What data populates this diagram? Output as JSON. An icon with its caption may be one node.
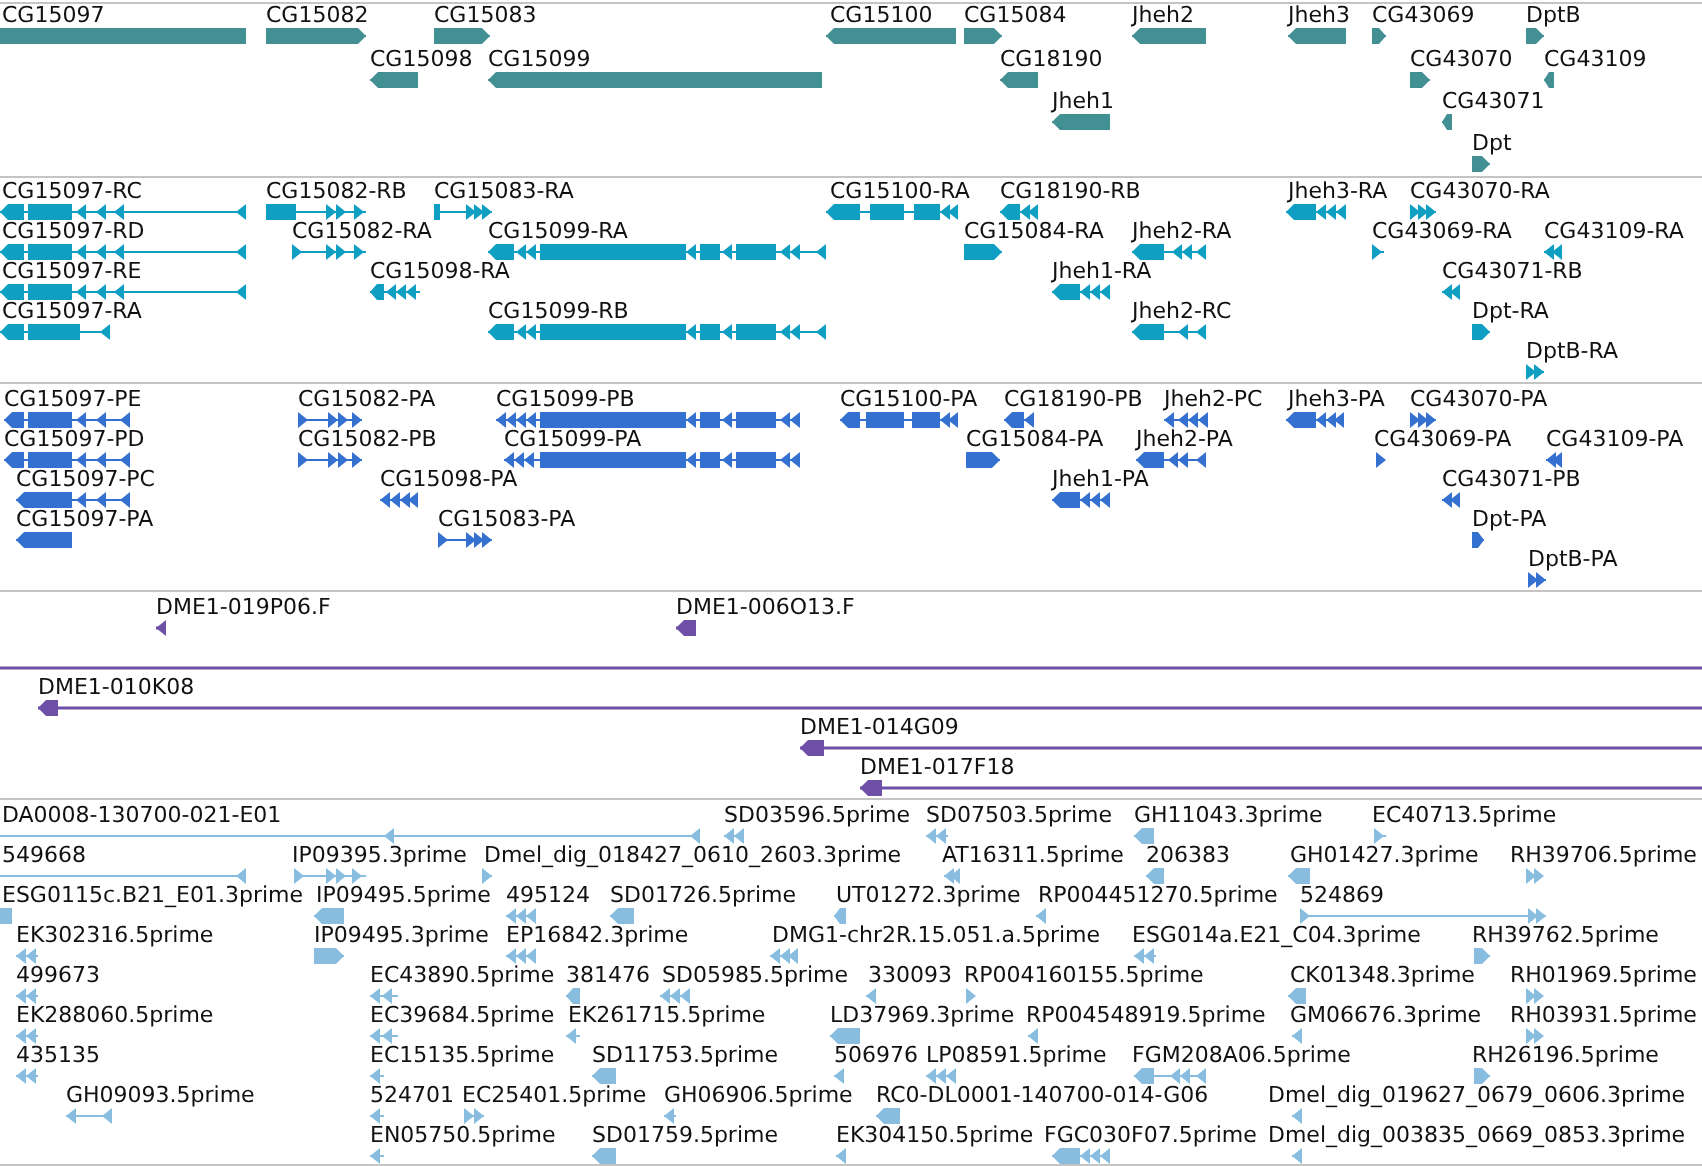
{
  "diagram": {
    "nodes": [
      {
        "text": [
          "CG15097"
        ]
      },
      {
        "text": [
          "CG15082"
        ]
      },
      {
        "text": [
          "CG15083"
        ]
      },
      {
        "text": [
          "CG15100"
        ]
      },
      {
        "text": [
          "CG15084"
        ]
      },
      {
        "text": [
          "Jheh2"
        ]
      },
      {
        "text": [
          "Jheh3"
        ]
      },
      {
        "text": [
          "CG43069"
        ]
      },
      {
        "text": [
          "DptB"
        ]
      },
      {
        "text": [
          "CG15098"
        ]
      },
      {
        "text": [
          "CG15099"
        ]
      },
      {
        "text": [
          "CG18190"
        ]
      },
      {
        "text": [
          "CG43070"
        ]
      },
      {
        "text": [
          "CG43109"
        ]
      },
      {
        "text": [
          "Jheh1"
        ]
      },
      {
        "text": [
          "CG43071"
        ]
      },
      {
        "text": [
          "Dpt"
        ]
      },
      {
        "text": [
          "CG15097-RC"
        ]
      },
      {
        "text": [
          "CG15082-RB"
        ]
      },
      {
        "text": [
          "CG15083-RA"
        ]
      },
      {
        "text": [
          "CG15100-RA"
        ]
      },
      {
        "text": [
          "CG18190-RB"
        ]
      },
      {
        "text": [
          "Jheh3-RA"
        ]
      },
      {
        "text": [
          "CG43070-RA"
        ]
      },
      {
        "text": [
          "CG15097-RD"
        ]
      },
      {
        "text": [
          "CG15082-RA"
        ]
      },
      {
        "text": [
          "CG15099-RA"
        ]
      },
      {
        "text": [
          "CG15084-RA"
        ]
      },
      {
        "text": [
          "Jheh2-RA"
        ]
      },
      {
        "text": [
          "CG43069-RA"
        ]
      },
      {
        "text": [
          "CG43109-RA"
        ]
      },
      {
        "text": [
          "CG15097-RE"
        ]
      },
      {
        "text": [
          "CG15098-RA"
        ]
      },
      {
        "text": [
          "Jheh1-RA"
        ]
      },
      {
        "text": [
          "CG43071-RB"
        ]
      },
      {
        "text": [
          "CG15097-RA"
        ]
      },
      {
        "text": [
          "CG15099-RB"
        ]
      },
      {
        "text": [
          "Jheh2-RC"
        ]
      },
      {
        "text": [
          "Dpt-RA"
        ]
      },
      {
        "text": [
          "DptB-RA"
        ]
      },
      {
        "text": [
          "CG15097-PE"
        ]
      },
      {
        "text": [
          "CG15082-PA"
        ]
      },
      {
        "text": [
          "CG15099-PB"
        ]
      },
      {
        "text": [
          "CG15100-PA"
        ]
      },
      {
        "text": [
          "CG18190-PB"
        ]
      },
      {
        "text": [
          "Jheh2-PC"
        ]
      },
      {
        "text": [
          "Jheh3-PA"
        ]
      },
      {
        "text": [
          "CG43070-PA"
        ]
      },
      {
        "text": [
          "CG15097-PD"
        ]
      },
      {
        "text": [
          "CG15082-PB"
        ]
      },
      {
        "text": [
          "CG15099-PA"
        ]
      },
      {
        "text": [
          "CG15084-PA"
        ]
      },
      {
        "text": [
          "Jheh2-PA"
        ]
      },
      {
        "text": [
          "CG43069-PA"
        ]
      },
      {
        "text": [
          "CG43109-PA"
        ]
      },
      {
        "text": [
          "CG15097-PC"
        ]
      },
      {
        "text": [
          "CG15098-PA"
        ]
      },
      {
        "text": [
          "Jheh1-PA"
        ]
      },
      {
        "text": [
          "CG43071-PB"
        ]
      },
      {
        "text": [
          "CG15097-PA"
        ]
      },
      {
        "text": [
          "CG15083-PA"
        ]
      },
      {
        "text": [
          "Dpt-PA"
        ]
      },
      {
        "text": [
          "DptB-PA"
        ]
      },
      {
        "text": [
          "DME1-019P06.F"
        ]
      },
      {
        "text": [
          "DME1-006O13.F"
        ]
      },
      {
        "text": [],
        "shape": "line"
      },
      {
        "text": [
          "DME1-010K08"
        ]
      },
      {
        "text": [
          "DME1-014G09"
        ]
      },
      {
        "text": [
          "DME1-017F18"
        ]
      },
      {
        "text": [
          "DA0008-130700-021-E01"
        ]
      },
      {
        "text": [
          "SD03596.5prime"
        ]
      },
      {
        "text": [
          "SD07503.5prime"
        ]
      },
      {
        "text": [
          "GH11043.3prime"
        ]
      },
      {
        "text": [
          "EC40713.5prime"
        ]
      },
      {
        "text": [
          "549668"
        ]
      },
      {
        "text": [
          "IP09395.3prime"
        ]
      },
      {
        "text": [
          "Dmel_dig_018427_0610_2603.3prime"
        ]
      },
      {
        "text": [
          "AT16311.5prime"
        ]
      },
      {
        "text": [
          "206383"
        ]
      },
      {
        "text": [
          "GH01427.3prime"
        ]
      },
      {
        "text": [
          "RH39706.5prime"
        ]
      },
      {
        "text": [
          "ESG0115c.B21_E01.3prime"
        ]
      },
      {
        "text": [
          "IP09495.5prime"
        ]
      },
      {
        "text": [
          "495124"
        ]
      },
      {
        "text": [
          "SD01726.5prime"
        ]
      },
      {
        "text": [
          "UT01272.3prime"
        ]
      },
      {
        "text": [
          "RP004451270.5prime"
        ]
      },
      {
        "text": [
          "524869"
        ]
      },
      {
        "text": [
          "EK302316.5prime"
        ]
      },
      {
        "text": [
          "IP09495.3prime"
        ]
      },
      {
        "text": [
          "EP16842.3prime"
        ]
      },
      {
        "text": [
          "DMG1-chr2R.15.051.a.5prime"
        ]
      },
      {
        "text": [
          "ESG014a.E21_C04.3prime"
        ]
      },
      {
        "text": [
          "RH39762.5prime"
        ]
      },
      {
        "text": [
          "499673"
        ]
      },
      {
        "text": [
          "EC43890.5prime"
        ]
      },
      {
        "text": [
          "381476"
        ]
      },
      {
        "text": [
          "SD05985.5prime"
        ]
      },
      {
        "text": [
          "330093"
        ]
      },
      {
        "text": [
          "RP004160155.5prime"
        ]
      },
      {
        "text": [
          "CK01348.3prime"
        ]
      },
      {
        "text": [
          "RH01969.5prime"
        ]
      },
      {
        "text": [
          "EK288060.5prime"
        ]
      },
      {
        "text": [
          "EC39684.5prime"
        ]
      },
      {
        "text": [
          "EK261715.5prime"
        ]
      },
      {
        "text": [
          "LD37969.3prime"
        ]
      },
      {
        "text": [
          "RP004548919.5prime"
        ]
      },
      {
        "text": [
          "GM06676.3prime"
        ]
      },
      {
        "text": [
          "RH03931.5prime"
        ]
      },
      {
        "text": [
          "435135"
        ]
      },
      {
        "text": [
          "EC15135.5prime"
        ]
      },
      {
        "text": [
          "SD11753.5prime"
        ]
      },
      {
        "text": [
          "506976"
        ]
      },
      {
        "text": [
          "LP08591.5prime"
        ]
      },
      {
        "text": [
          "FGM208A06.5prime"
        ]
      },
      {
        "text": [
          "RH26196.5prime"
        ]
      },
      {
        "text": [
          "GH09093.5prime"
        ]
      },
      {
        "text": [
          "524701"
        ]
      },
      {
        "text": [
          "EC25401.5prime"
        ]
      },
      {
        "text": [
          "GH06906.5prime"
        ]
      },
      {
        "text": [
          "RC0-DL0001-140700-014-G06"
        ]
      },
      {
        "text": [
          "Dmel_dig_019627_0679_0606.3prime"
        ]
      },
      {
        "text": [
          "EN05750.5prime"
        ]
      },
      {
        "text": [
          "SD01759.5prime"
        ]
      },
      {
        "text": [
          "EK304150.5prime"
        ]
      },
      {
        "text": [
          "FGC030F07.5prime"
        ]
      },
      {
        "text": [
          "Dmel_dig_003835_0669_0853.3prime"
        ]
      }
    ]
  }
}
